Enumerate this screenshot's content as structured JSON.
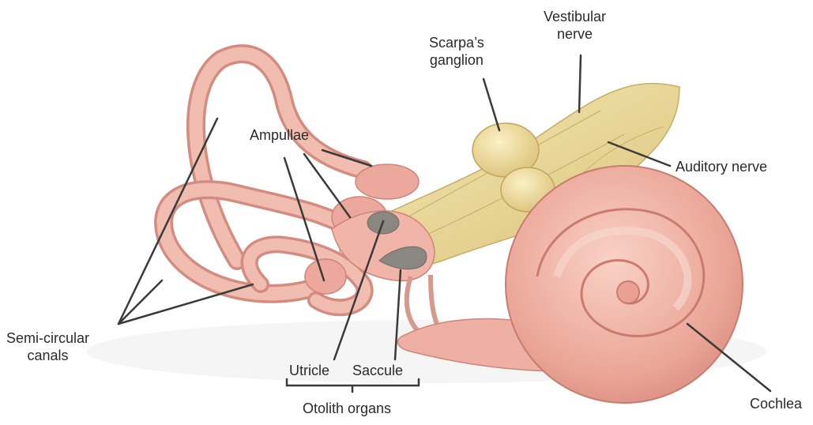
{
  "labels": {
    "vestibular_nerve": [
      "Vestibular",
      "nerve"
    ],
    "scarpas_ganglion": [
      "Scarpa’s",
      "ganglion"
    ],
    "ampullae": "Ampullae",
    "auditory_nerve": "Auditory nerve",
    "semicircular_canals": [
      "Semi-circular",
      "canals"
    ],
    "utricle": "Utricle",
    "saccule": "Saccule",
    "otolith_organs": "Otolith organs",
    "cochlea": "Cochlea"
  }
}
